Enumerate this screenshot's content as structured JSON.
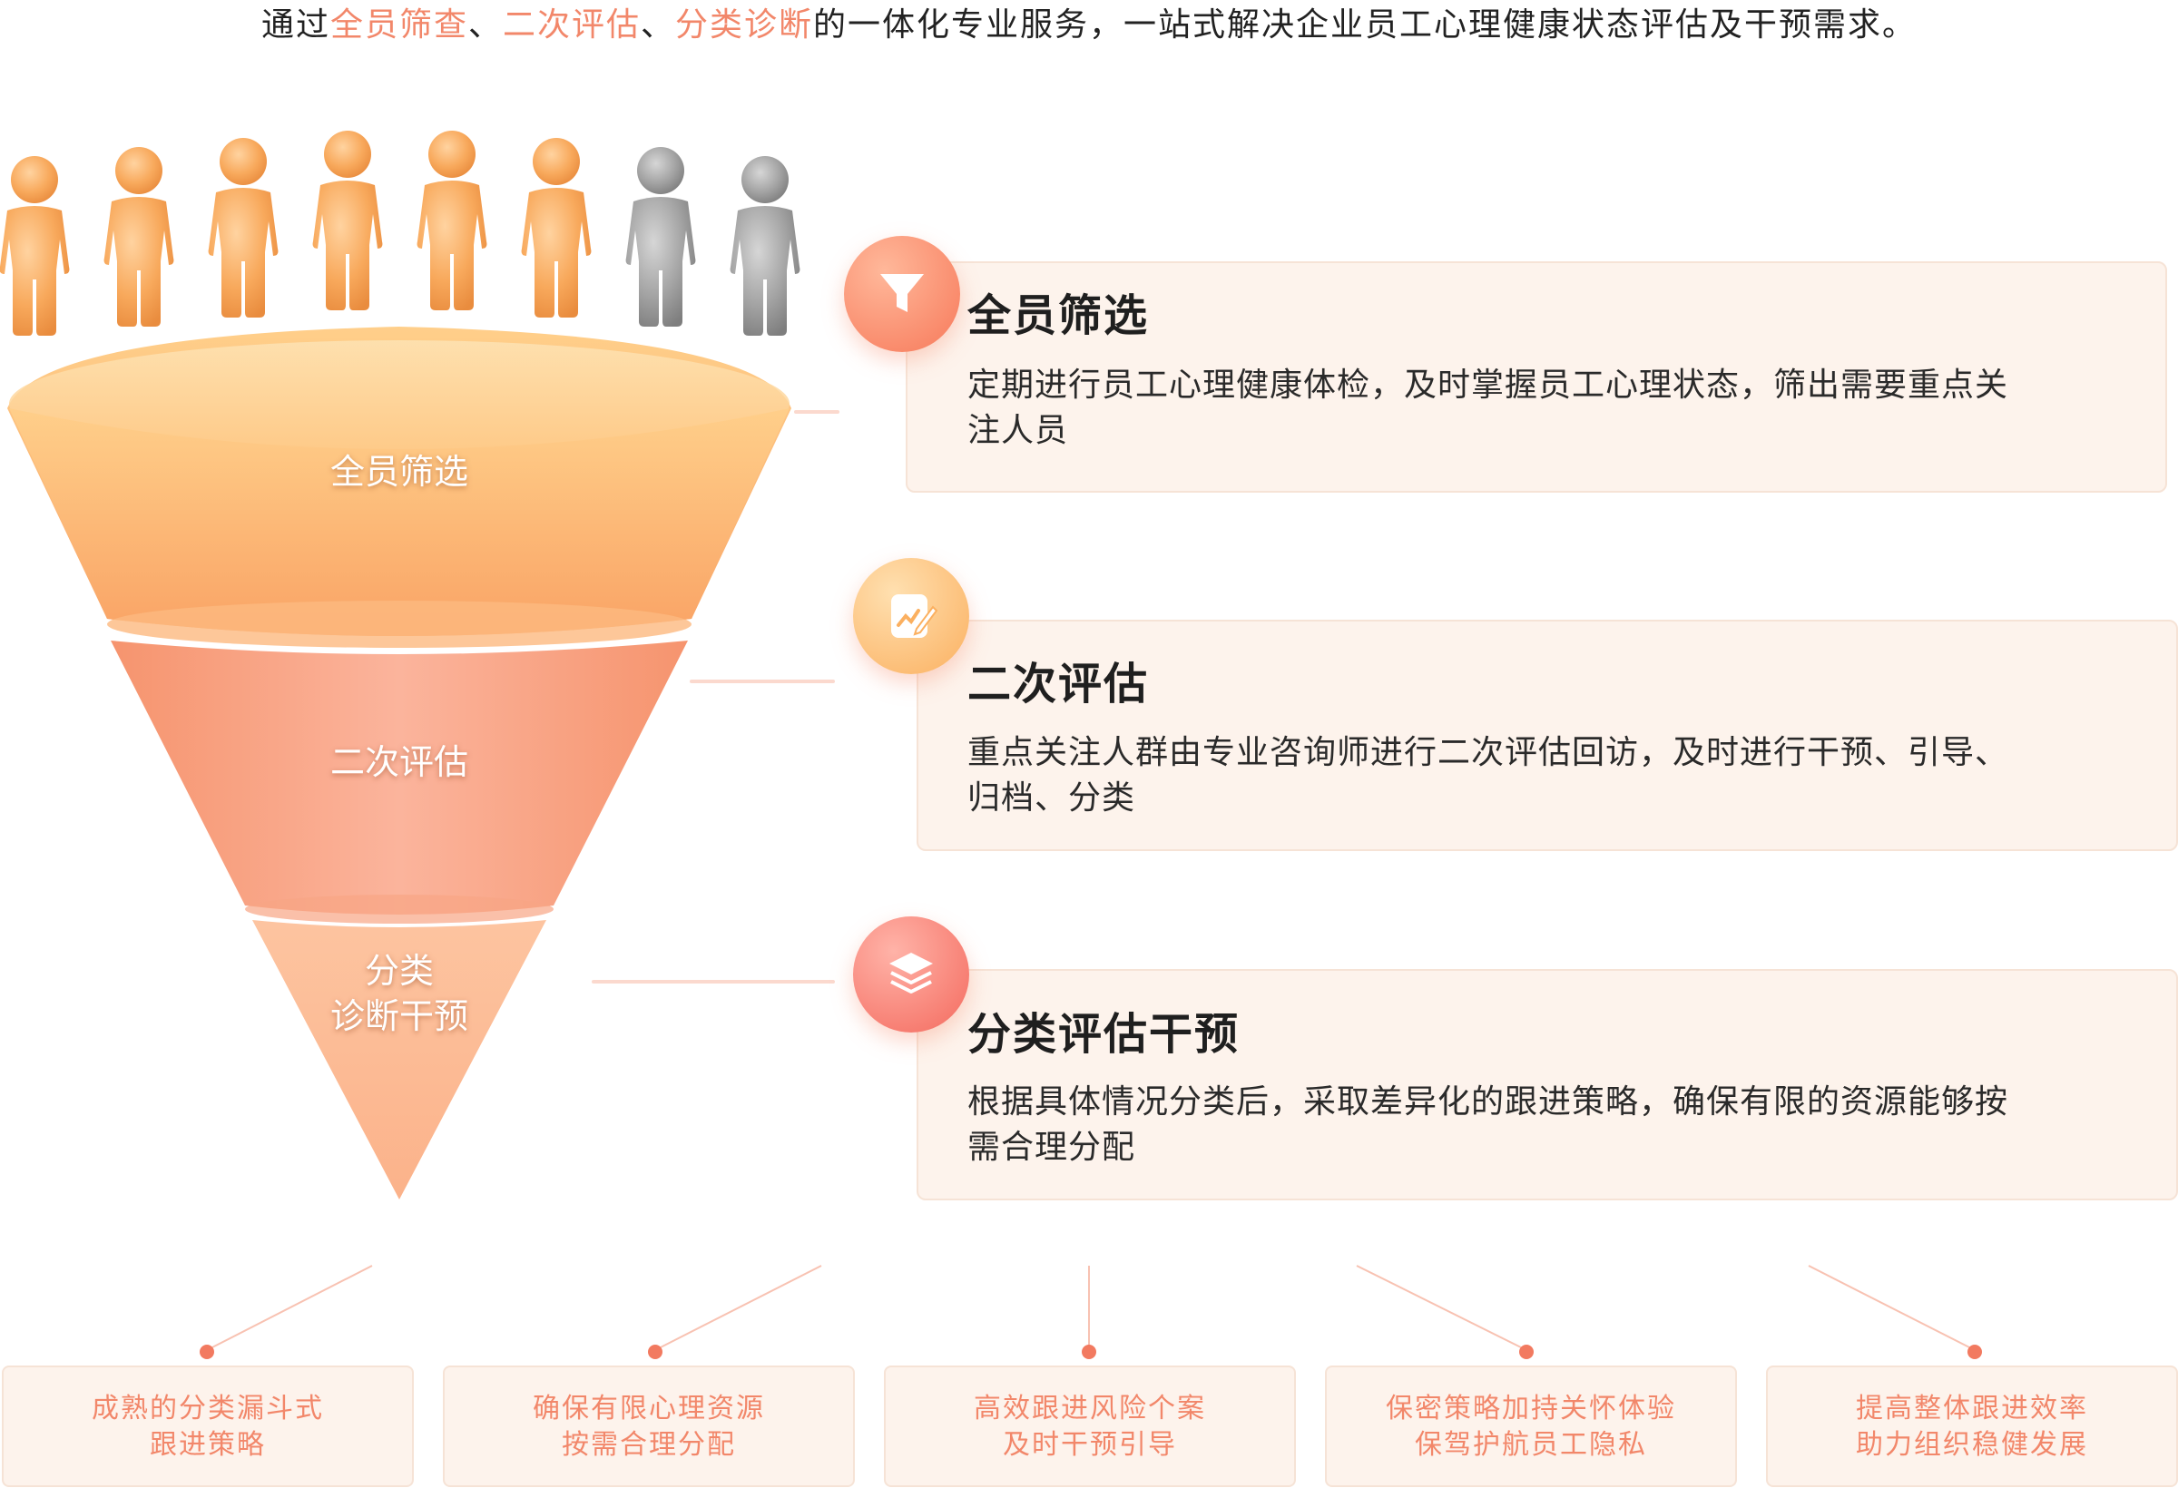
{
  "intro": {
    "prefix": "通过",
    "hl1": "全员筛查",
    "sep1": "、",
    "hl2": "二次评估",
    "sep2": "、",
    "hl3": "分类诊断",
    "suffix": "的一体化专业服务，一站式解决企业员工心理健康状态评估及干预需求。"
  },
  "funnel": {
    "stage1": "全员筛选",
    "stage2": "二次评估",
    "stage3_line1": "分类",
    "stage3_line2": "诊断干预"
  },
  "people": {
    "highlighted_count": 6,
    "total_count": 8,
    "colors": {
      "highlighted": "#f7a659",
      "normal": "#9a9a9a"
    }
  },
  "cards": [
    {
      "icon": "funnel-icon",
      "title": "全员筛选",
      "desc1": "定期进行员工心理健康体检，及时掌握员工心理状态，筛出需要重点关",
      "desc2": "注人员"
    },
    {
      "icon": "edit-note-icon",
      "title": "二次评估",
      "desc1": "重点关注人群由专业咨询师进行二次评估回访，及时进行干预、引导、",
      "desc2": "归档、分类"
    },
    {
      "icon": "layers-icon",
      "title": "分类评估干预",
      "desc1": "根据具体情况分类后，采取差异化的跟进策略，确保有限的资源能够按",
      "desc2": "需合理分配"
    }
  ],
  "features": [
    {
      "line1": "成熟的分类漏斗式",
      "line2": "跟进策略"
    },
    {
      "line1": "确保有限心理资源",
      "line2": "按需合理分配"
    },
    {
      "line1": "高效跟进风险个案",
      "line2": "及时干预引导"
    },
    {
      "line1": "保密策略加持关怀体验",
      "line2": "保驾护航员工隐私"
    },
    {
      "line1": "提高整体跟进效率",
      "line2": "助力组织稳健发展"
    }
  ],
  "colors": {
    "accent": "#f2876a",
    "card_bg": "#fdf3ec",
    "connector": "#fbd9ce"
  }
}
